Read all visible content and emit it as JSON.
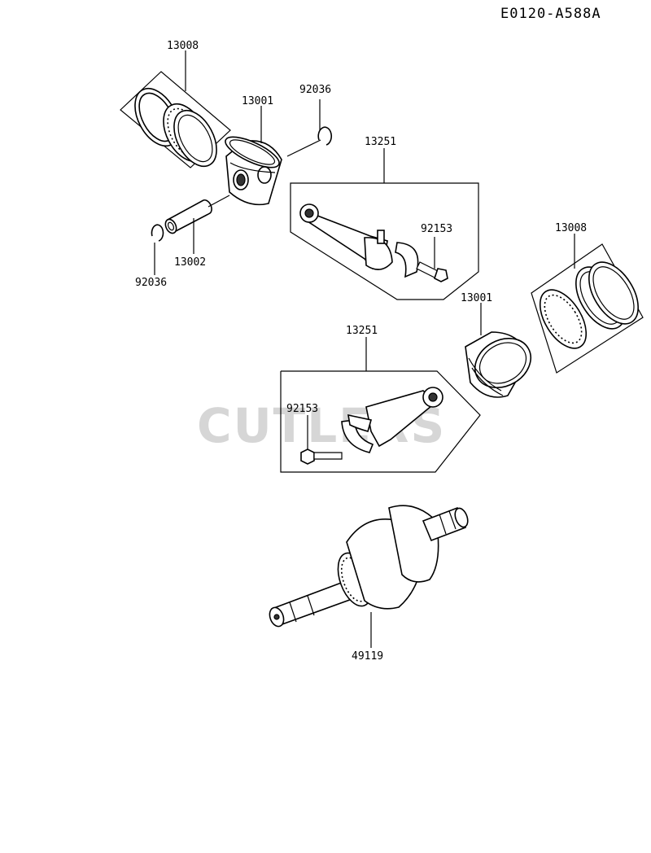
{
  "diagram_code": "E0120-A588A",
  "watermark": "CUTLERS",
  "parts": [
    {
      "id": "ring-set-left",
      "number": "13008"
    },
    {
      "id": "piston-left",
      "number": "13001"
    },
    {
      "id": "circlip-right-left",
      "number": "92036"
    },
    {
      "id": "piston-pin",
      "number": "13002"
    },
    {
      "id": "circlip-left-left",
      "number": "92036"
    },
    {
      "id": "conrod-upper",
      "number": "13251"
    },
    {
      "id": "conrod-bolt-upper",
      "number": "92153"
    },
    {
      "id": "ring-set-right",
      "number": "13008"
    },
    {
      "id": "piston-right",
      "number": "13001"
    },
    {
      "id": "conrod-lower",
      "number": "13251"
    },
    {
      "id": "conrod-bolt-lower",
      "number": "92153"
    },
    {
      "id": "crankshaft",
      "number": "49119"
    }
  ]
}
